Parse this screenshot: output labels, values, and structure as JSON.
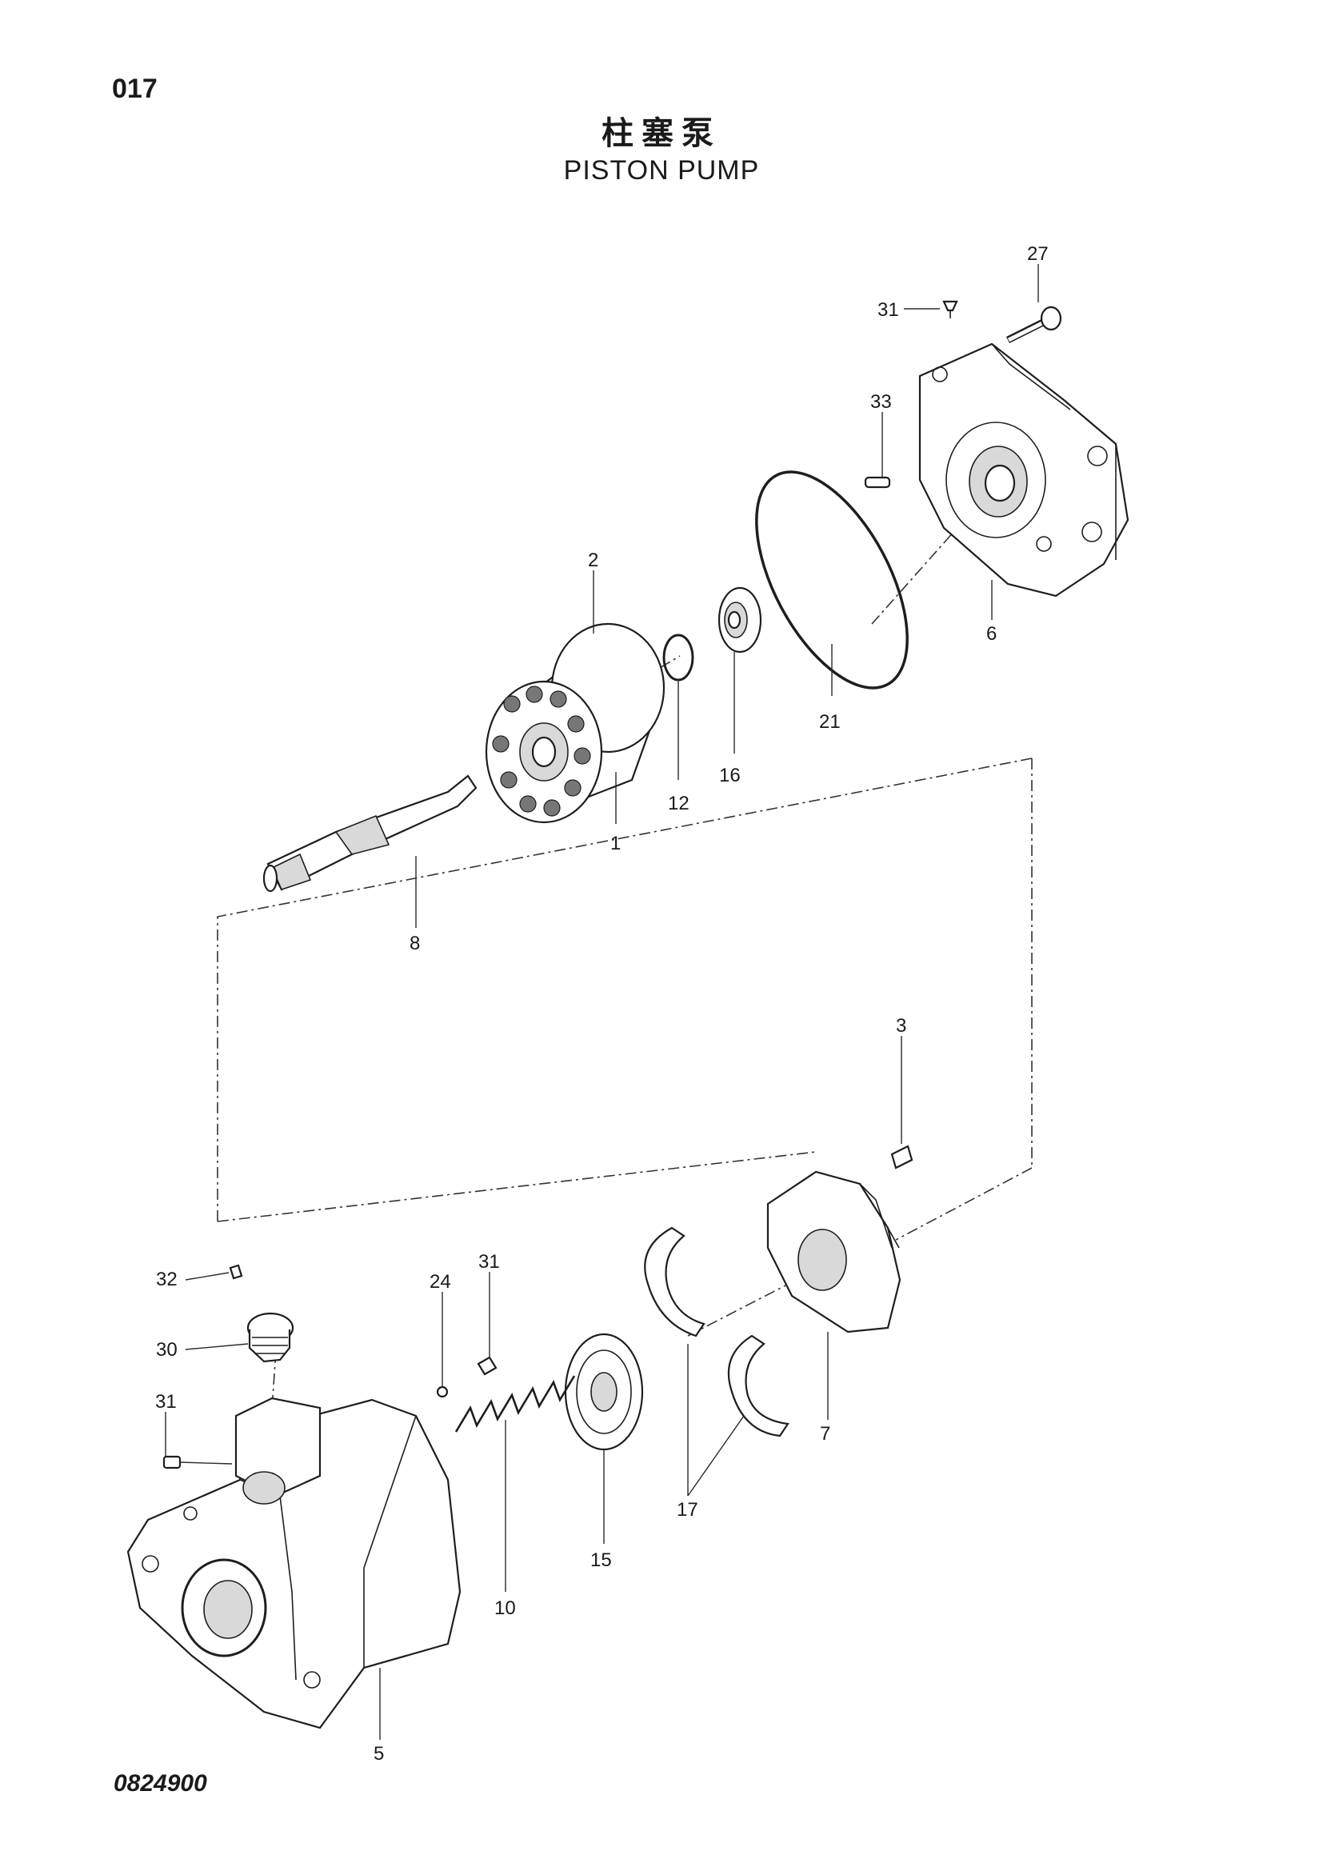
{
  "page_number": "017",
  "title_cn": "柱塞泵",
  "title_en": "PISTON PUMP",
  "doc_code": "0824900",
  "callouts": {
    "c27": "27",
    "c31_top": "31",
    "c33": "33",
    "c6": "6",
    "c2": "2",
    "c21": "21",
    "c16": "16",
    "c12": "12",
    "c1": "1",
    "c8": "8",
    "c3": "3",
    "c32": "32",
    "c30": "30",
    "c31_left": "31",
    "c24": "24",
    "c31_mid": "31",
    "c7": "7",
    "c17": "17",
    "c15": "15",
    "c10": "10",
    "c5": "5"
  }
}
